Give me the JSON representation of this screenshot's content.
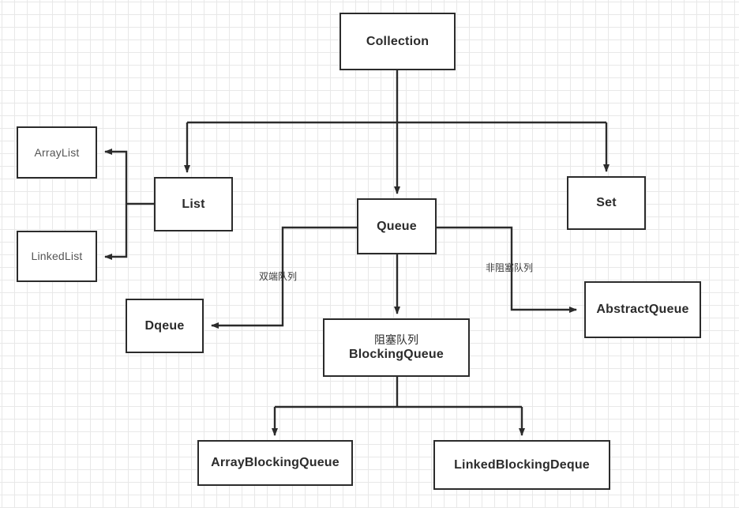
{
  "diagram": {
    "title_nodes": {
      "collection": "Collection",
      "list": "List",
      "queue": "Queue",
      "set": "Set",
      "arraylist": "ArrayList",
      "linkedlist": "LinkedList",
      "dqeue": "Dqeue",
      "abstractqueue": "AbstractQueue",
      "blockingqueue_cn": "阻塞队列",
      "blockingqueue": "BlockingQueue",
      "arrayblockingqueue": "ArrayBlockingQueue",
      "linkedblockingdeque": "LinkedBlockingDeque"
    },
    "edge_labels": {
      "deque_label": "双端队列",
      "nonblocking_label": "非阻塞队列"
    },
    "colors": {
      "node_border": "#2b2b2b",
      "node_fill": "#ffffff",
      "edge_stroke": "#2b2b2b",
      "text_primary": "#2b2b2b",
      "text_muted": "#555555",
      "grid_minor": "#e8e8e8",
      "grid_major": "#d6d6d6",
      "background": "#ffffff"
    }
  }
}
